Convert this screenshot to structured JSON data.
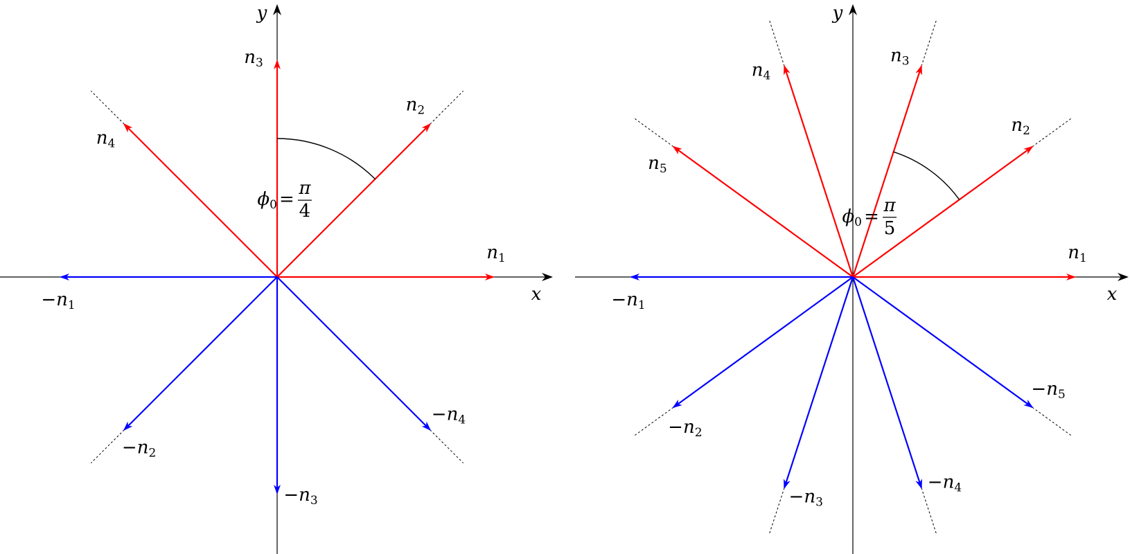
{
  "colors": {
    "positive": "#ff0000",
    "negative": "#0000ff",
    "axis": "#000000",
    "guide": "#000000"
  },
  "panels": [
    {
      "id": "left",
      "n": 4,
      "axis_x_label": "x",
      "axis_y_label": "y",
      "angle_label": {
        "symbol": "ϕ",
        "subscript": "0",
        "equals": "=",
        "numerator": "π",
        "denominator": "4"
      },
      "vectors": [
        {
          "sign": "+",
          "index": "1",
          "name": "n",
          "prefix": ""
        },
        {
          "sign": "+",
          "index": "2",
          "name": "n",
          "prefix": ""
        },
        {
          "sign": "+",
          "index": "3",
          "name": "n",
          "prefix": ""
        },
        {
          "sign": "+",
          "index": "4",
          "name": "n",
          "prefix": ""
        },
        {
          "sign": "-",
          "index": "1",
          "name": "n",
          "prefix": "−"
        },
        {
          "sign": "-",
          "index": "2",
          "name": "n",
          "prefix": "−"
        },
        {
          "sign": "-",
          "index": "3",
          "name": "n",
          "prefix": "−"
        },
        {
          "sign": "-",
          "index": "4",
          "name": "n",
          "prefix": "−"
        }
      ]
    },
    {
      "id": "right",
      "n": 5,
      "axis_x_label": "x",
      "axis_y_label": "y",
      "angle_label": {
        "symbol": "ϕ",
        "subscript": "0",
        "equals": "=",
        "numerator": "π",
        "denominator": "5"
      },
      "vectors": [
        {
          "sign": "+",
          "index": "1",
          "name": "n",
          "prefix": ""
        },
        {
          "sign": "+",
          "index": "2",
          "name": "n",
          "prefix": ""
        },
        {
          "sign": "+",
          "index": "3",
          "name": "n",
          "prefix": ""
        },
        {
          "sign": "+",
          "index": "4",
          "name": "n",
          "prefix": ""
        },
        {
          "sign": "+",
          "index": "5",
          "name": "n",
          "prefix": ""
        },
        {
          "sign": "-",
          "index": "1",
          "name": "n",
          "prefix": "−"
        },
        {
          "sign": "-",
          "index": "2",
          "name": "n",
          "prefix": "−"
        },
        {
          "sign": "-",
          "index": "3",
          "name": "n",
          "prefix": "−"
        },
        {
          "sign": "-",
          "index": "4",
          "name": "n",
          "prefix": "−"
        },
        {
          "sign": "-",
          "index": "5",
          "name": "n",
          "prefix": "−"
        }
      ]
    }
  ]
}
